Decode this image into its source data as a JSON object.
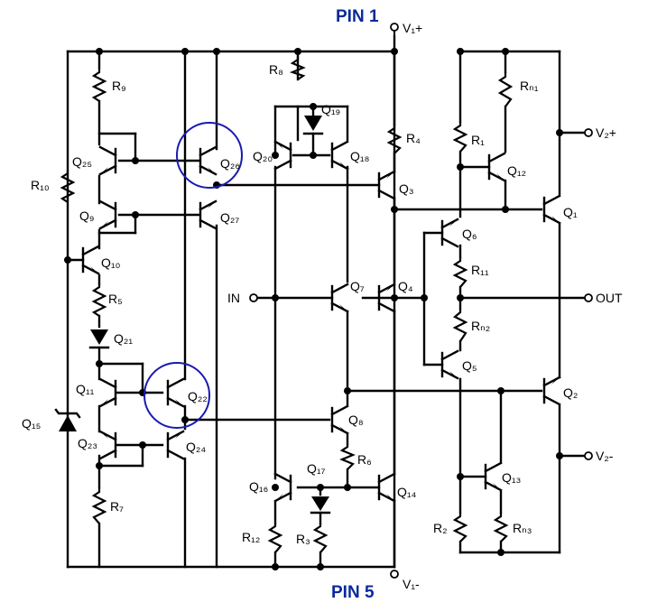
{
  "pins": {
    "pin1": "PIN 1",
    "pin5": "PIN 5"
  },
  "supplies": {
    "v1p": "V₁+",
    "v1m": "V₁-",
    "v2p": "V₂+",
    "v2m": "V₂-"
  },
  "io": {
    "in": "IN",
    "out": "OUT"
  },
  "transistors": {
    "q1": "Q₁",
    "q2": "Q₂",
    "q3": "Q₃",
    "q4": "Q₄",
    "q5": "Q₅",
    "q6": "Q₆",
    "q7": "Q₇",
    "q8": "Q₈",
    "q9": "Q₉",
    "q10": "Q₁₀",
    "q11": "Q₁₁",
    "q12": "Q₁₂",
    "q13": "Q₁₃",
    "q14": "Q₁₄",
    "q15": "Q₁₅",
    "q16": "Q₁₆",
    "q17": "Q₁₇",
    "q18": "Q₁₈",
    "q19": "Q₁₉",
    "q20": "Q₂₀",
    "q21": "Q₂₁",
    "q22": "Q₂₂",
    "q23": "Q₂₃",
    "q24": "Q₂₄",
    "q25": "Q₂₅",
    "q26": "Q₂₆",
    "q27": "Q₂₇"
  },
  "resistors": {
    "r1": "R₁",
    "r2": "R₂",
    "r3": "R₃",
    "r4": "R₄",
    "r5": "R₅",
    "r6": "R₆",
    "r7": "R₇",
    "r8": "R₈",
    "r9": "R₉",
    "r10": "R₁₀",
    "r11": "R₁₁",
    "r12": "R₁₂",
    "rn1": "Rₙ₁",
    "rn2": "Rₙ₂",
    "rn3": "Rₙ₃"
  },
  "highlight_color": "#1a1ab0",
  "pin_label_color": "#0a2a9a"
}
